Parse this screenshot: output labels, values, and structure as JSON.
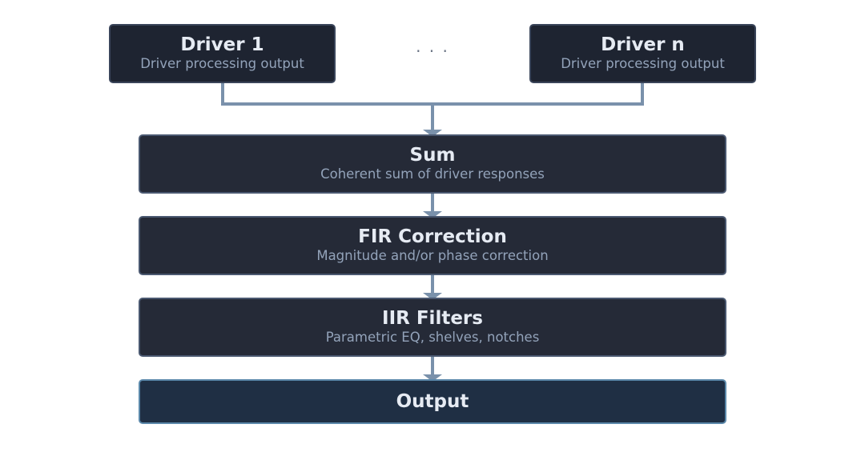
{
  "drivers": [
    {
      "title": "Driver 1",
      "subtitle": "Driver processing output"
    },
    {
      "title": "Driver n",
      "subtitle": "Driver processing output"
    }
  ],
  "ellipsis": ". . .",
  "stages": [
    {
      "title": "Sum",
      "subtitle": "Coherent sum of driver responses"
    },
    {
      "title": "FIR Correction",
      "subtitle": "Magnitude and/or phase correction"
    },
    {
      "title": "IIR Filters",
      "subtitle": "Parametric EQ, shelves, notches"
    }
  ],
  "output": {
    "title": "Output"
  },
  "colors": {
    "connector": "#7a91ab",
    "driver_fill": "#1e2431",
    "stage_fill": "#252a37",
    "output_fill": "#1f2f44",
    "output_border": "#5b88aa",
    "title_text": "#e6ebf3",
    "subtitle_text": "#93a3ba"
  }
}
